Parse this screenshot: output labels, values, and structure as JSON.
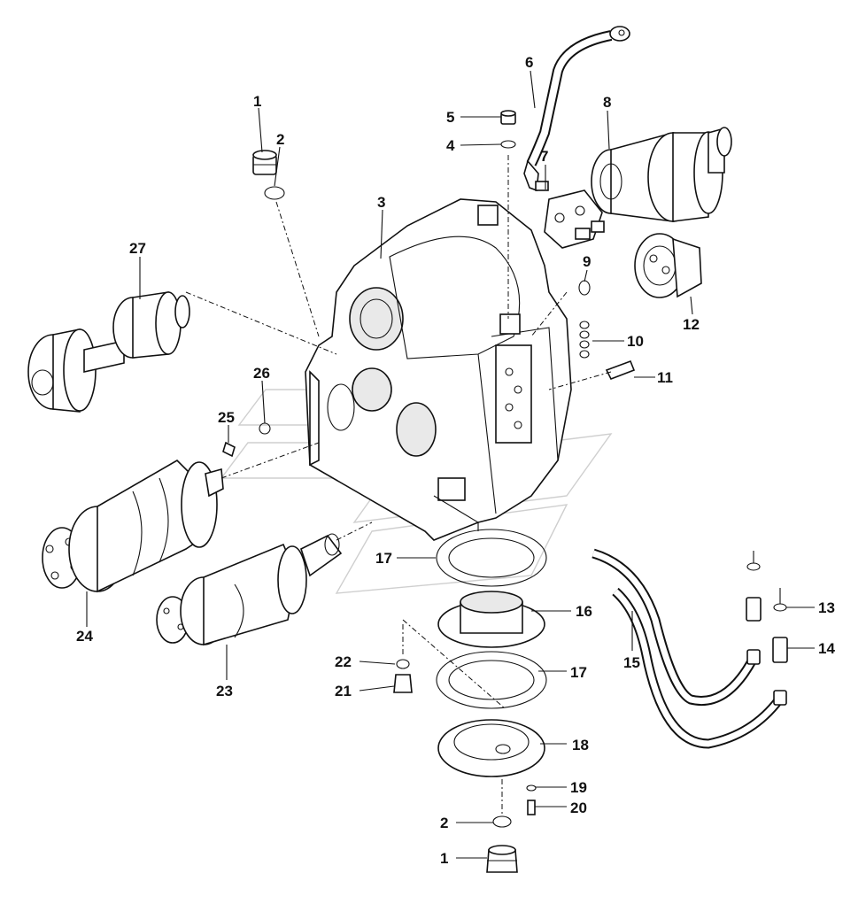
{
  "diagram": {
    "callouts": [
      {
        "id": "c1-top",
        "label": "1"
      },
      {
        "id": "c2-top",
        "label": "2"
      },
      {
        "id": "c3",
        "label": "3"
      },
      {
        "id": "c4",
        "label": "4"
      },
      {
        "id": "c5",
        "label": "5"
      },
      {
        "id": "c6",
        "label": "6"
      },
      {
        "id": "c7",
        "label": "7"
      },
      {
        "id": "c8",
        "label": "8"
      },
      {
        "id": "c9",
        "label": "9"
      },
      {
        "id": "c10",
        "label": "10"
      },
      {
        "id": "c11",
        "label": "11"
      },
      {
        "id": "c12",
        "label": "12"
      },
      {
        "id": "c13",
        "label": "13"
      },
      {
        "id": "c14",
        "label": "14"
      },
      {
        "id": "c15",
        "label": "15"
      },
      {
        "id": "c16",
        "label": "16"
      },
      {
        "id": "c17a",
        "label": "17"
      },
      {
        "id": "c17b",
        "label": "17"
      },
      {
        "id": "c18",
        "label": "18"
      },
      {
        "id": "c19",
        "label": "19"
      },
      {
        "id": "c20",
        "label": "20"
      },
      {
        "id": "c21",
        "label": "21"
      },
      {
        "id": "c22",
        "label": "22"
      },
      {
        "id": "c23",
        "label": "23"
      },
      {
        "id": "c24",
        "label": "24"
      },
      {
        "id": "c25",
        "label": "25"
      },
      {
        "id": "c26",
        "label": "26"
      },
      {
        "id": "c27",
        "label": "27"
      },
      {
        "id": "c2-bottom",
        "label": "2"
      },
      {
        "id": "c1-bottom",
        "label": "1"
      }
    ]
  }
}
